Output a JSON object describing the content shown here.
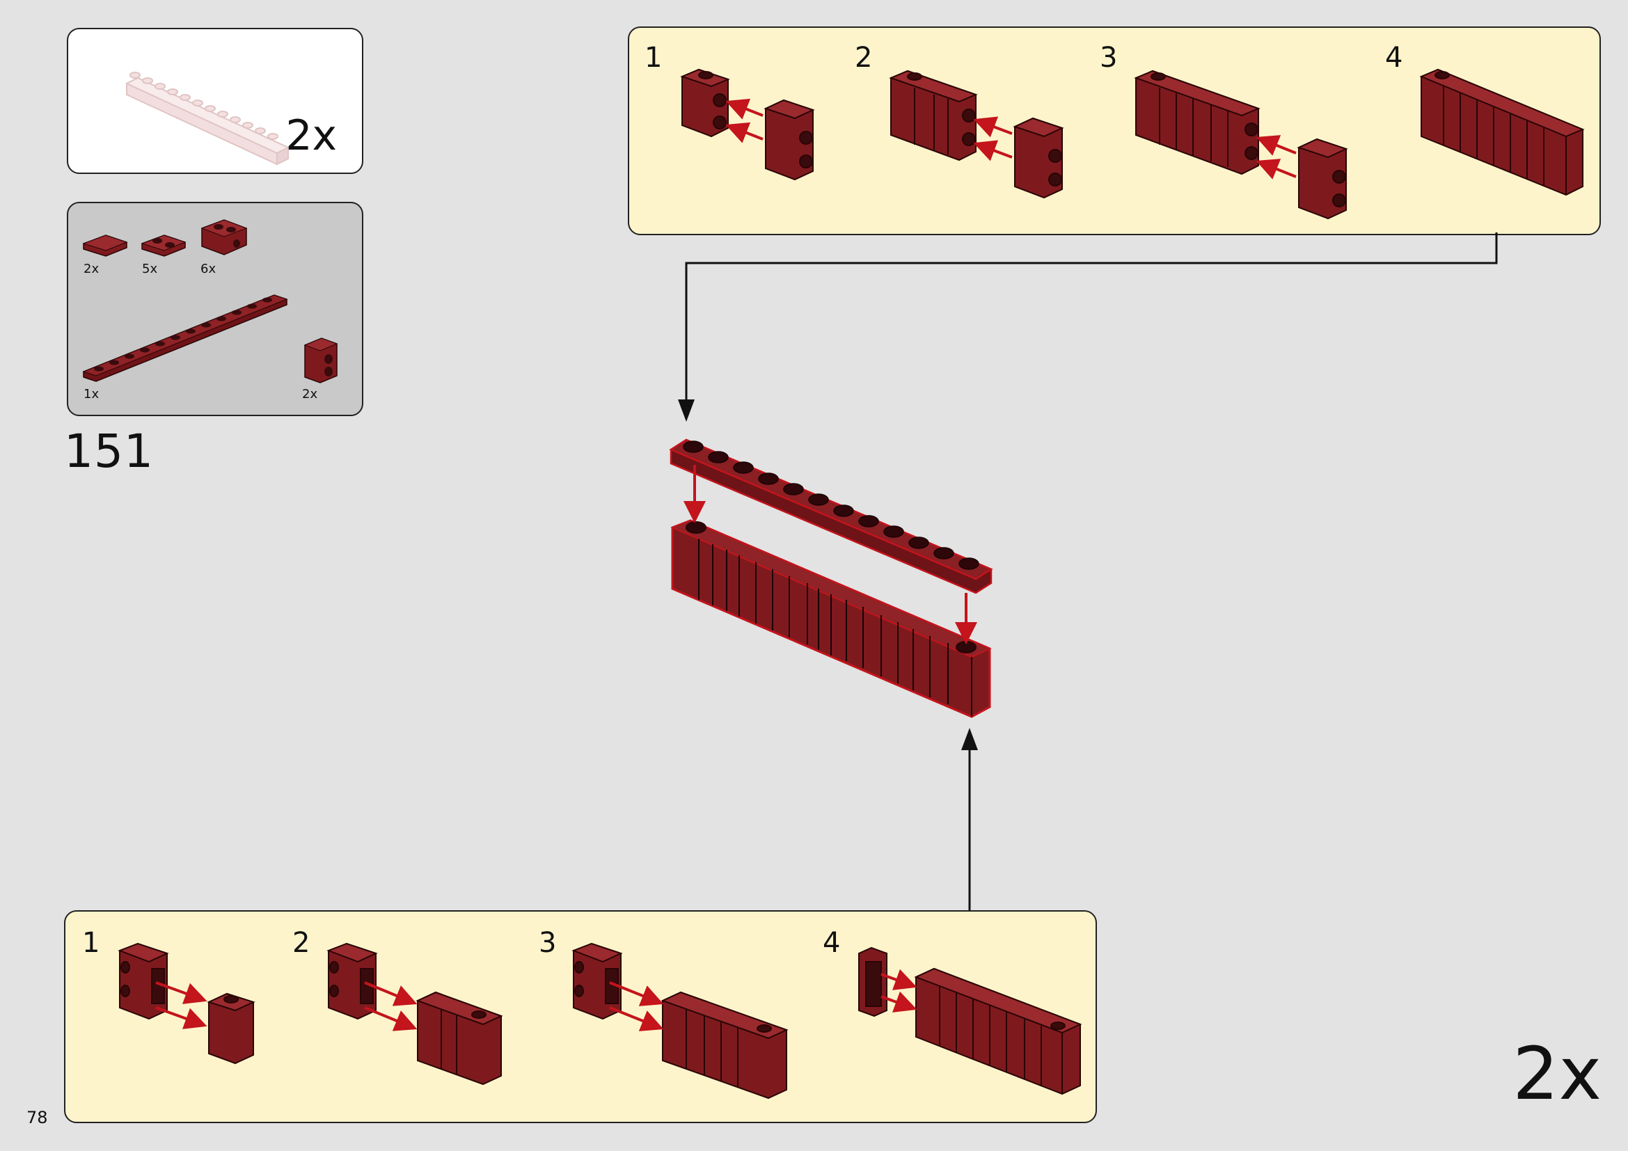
{
  "step": {
    "number": "151",
    "assembly_multiplier": "2x"
  },
  "page": {
    "number": "78"
  },
  "submodel_callout": {
    "multiplier": "2x"
  },
  "parts_list": {
    "items": [
      {
        "part": "plate-1x2",
        "count": "2x"
      },
      {
        "part": "jumper-plate-1x2",
        "count": "5x"
      },
      {
        "part": "brick-1x2-studs-on-side",
        "count": "6x"
      },
      {
        "part": "plate-1x12",
        "count": "1x"
      },
      {
        "part": "brick-1x1-studs-on-side",
        "count": "2x"
      }
    ]
  },
  "top_subassembly": {
    "substeps": [
      "1",
      "2",
      "3",
      "4"
    ]
  },
  "bottom_subassembly": {
    "substeps": [
      "1",
      "2",
      "3",
      "4"
    ]
  },
  "colors": {
    "brick": "#7e1a1e",
    "arrow_red": "#c4141c",
    "panel_yellow": "#fdf4cb",
    "background": "#e3e3e3"
  }
}
